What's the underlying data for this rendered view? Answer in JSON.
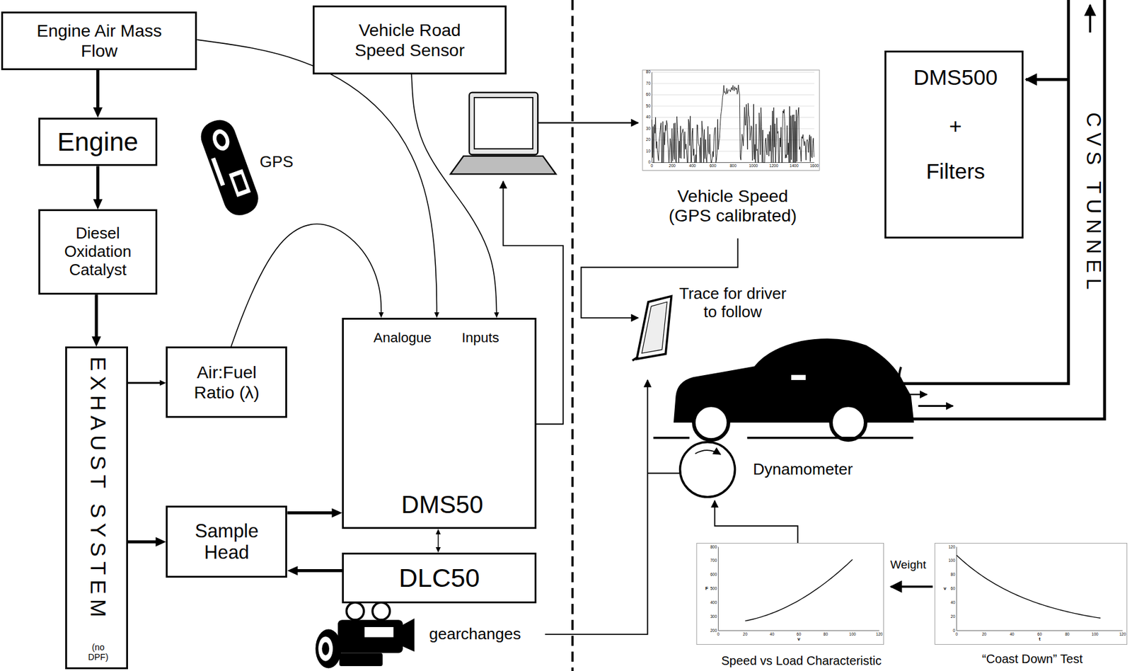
{
  "diagram": {
    "nodes": [
      {
        "text": [
          "Engine Air Mass Flow"
        ]
      },
      {
        "text": [
          "Engine"
        ]
      },
      {
        "text": [
          "Diesel Oxidation Catalyst"
        ]
      },
      {
        "text": [
          "EXHAUST SYSTEM",
          "(no DPF)"
        ]
      },
      {
        "text": [
          "Vehicle Road Speed Sensor"
        ]
      },
      {
        "text": [
          "Air:Fuel Ratio (λ)"
        ]
      },
      {
        "text": [
          "Analogue",
          "Inputs",
          "DMS50"
        ]
      },
      {
        "text": [
          "Sample Head"
        ]
      },
      {
        "text": [
          "DLC50"
        ]
      },
      {
        "text": [
          "DMS500",
          "+",
          "Filters"
        ]
      }
    ],
    "edges": [
      {
        "from": 0,
        "to": 1,
        "arrow": "to"
      },
      {
        "from": 1,
        "to": 2,
        "arrow": "to"
      },
      {
        "from": 2,
        "to": 3,
        "arrow": "to"
      },
      {
        "from": 3,
        "to": 5,
        "arrow": "to"
      },
      {
        "from": 3,
        "to": 7,
        "arrow": "to"
      },
      {
        "from": 7,
        "to": 6,
        "arrow": "to"
      },
      {
        "from": 8,
        "to": 7,
        "arrow": "to"
      },
      {
        "from": 6,
        "to": 8,
        "arrow": "both"
      },
      {
        "from": 5,
        "to": 6,
        "arrow": "to"
      },
      {
        "from": 0,
        "to": 6,
        "arrow": "to"
      },
      {
        "from": 4,
        "to": 6,
        "arrow": "to"
      }
    ],
    "labels": [
      "GPS",
      "Vehicle Speed (GPS calibrated)",
      "Trace for driver to follow",
      "Dynamometer",
      "CVS TUNNEL",
      "gearchanges",
      "Weight",
      "Speed vs Load Characteristic",
      "“Coast Down” Test",
      "80",
      "70",
      "60",
      "50",
      "40",
      "30",
      "20",
      "10",
      "0",
      "0",
      "200",
      "400",
      "600",
      "800",
      "1000",
      "1200",
      "1400",
      "1600",
      "800",
      "700",
      "600",
      "500",
      "400",
      "300",
      "200",
      "0",
      "20",
      "40",
      "60",
      "80",
      "100",
      "120",
      "F",
      "v",
      "120",
      "100",
      "80",
      "60",
      "40",
      "20",
      "0",
      "0",
      "20",
      "40",
      "60",
      "80",
      "100",
      "120",
      "v",
      "t"
    ]
  }
}
